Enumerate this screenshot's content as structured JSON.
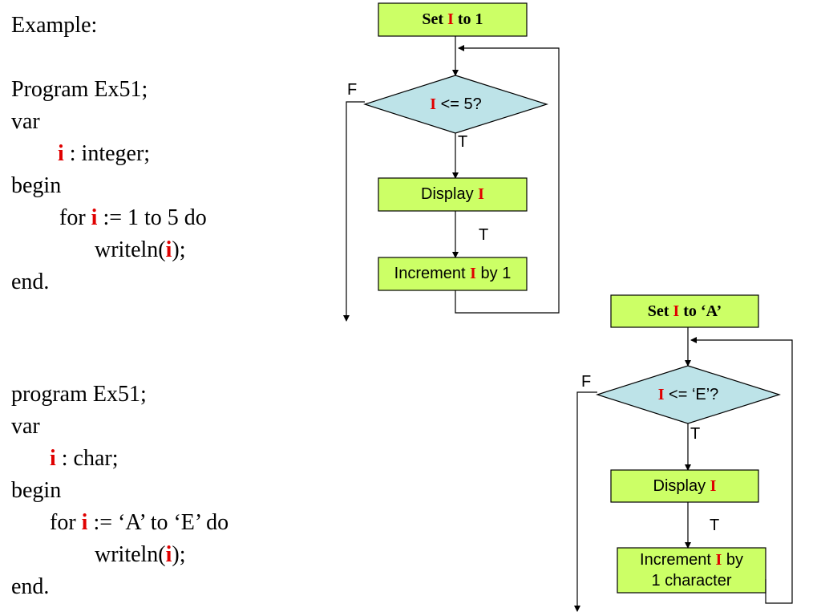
{
  "program1": {
    "heading": "Example:",
    "line1": "Program Ex51;",
    "line2": "var",
    "line3_var": "i",
    "line3_rest": " : integer;",
    "line4": "begin",
    "line5_pre": "for ",
    "line5_var": "i",
    "line5_rest": " := 1  to  5 do",
    "line6_pre": "writeln(",
    "line6_var": "i",
    "line6_post": ");",
    "line7": "end."
  },
  "program2": {
    "line1": "program Ex51;",
    "line2": "var",
    "line3_var": "i",
    "line3_rest": " : char;",
    "line4": "begin",
    "line5_pre": "for ",
    "line5_var": "i",
    "line5_rest": " := ‘A’  to  ‘E’ do",
    "line6_pre": "writeln(",
    "line6_var": "i",
    "line6_post": ");",
    "line7": "end."
  },
  "flow1": {
    "init_pre": "Set ",
    "init_var": "I",
    "init_post": " to 1",
    "cond_var": "I",
    "cond_rest": " <= 5?",
    "display_pre": "Display ",
    "display_var": "I",
    "incr_pre": "Increment ",
    "incr_var": "I",
    "incr_post": " by 1",
    "false_label": "F",
    "true_label1": "T",
    "true_label2": "T"
  },
  "flow2": {
    "init_pre": "Set ",
    "init_var": "I",
    "init_post": " to ‘A’",
    "cond_var": "I",
    "cond_rest": " <= ‘E’?",
    "display_pre": "Display ",
    "display_var": "I",
    "incr_pre": "Increment ",
    "incr_var": "I",
    "incr_post": " by",
    "incr_line2": "1 character",
    "false_label": "F",
    "true_label1": "T",
    "true_label2": "T"
  },
  "colors": {
    "box_fill": "#ccff66",
    "diamond_fill": "#bde3e8",
    "variable": "#e00000",
    "stroke": "#000000"
  }
}
